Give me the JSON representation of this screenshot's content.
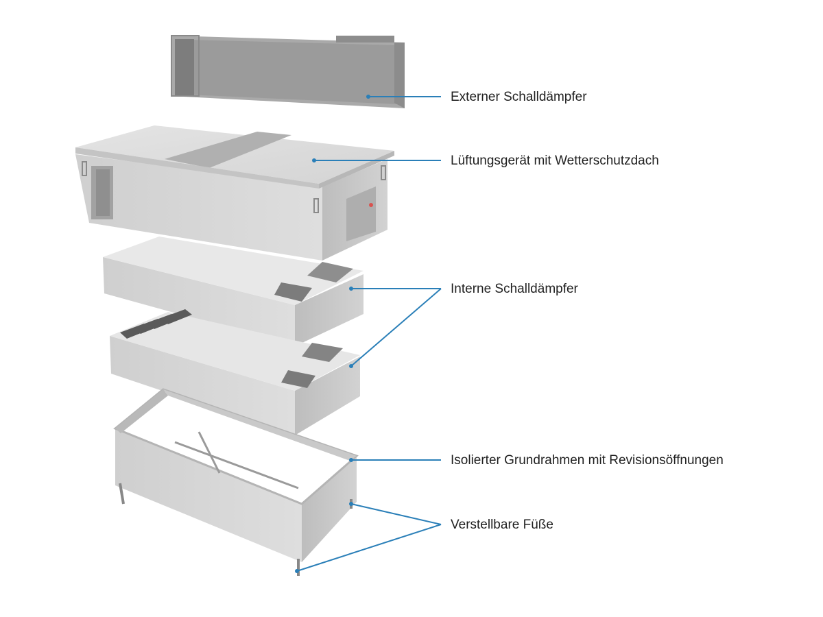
{
  "labels": [
    "Externer Schalldämpfer",
    "Lüftungsgerät mit Wetterschutzdach",
    "Interne Schalldämpfer",
    "Isolierter Grundrahmen mit Revisionsöffnungen",
    "Verstellbare Füße"
  ],
  "colors": {
    "leader_line": "#2a7fb8",
    "metal_light": "#dcdcdc",
    "metal_mid": "#c6c6c6",
    "metal_dark": "#9d9d9d",
    "text": "#1f1f1f"
  }
}
